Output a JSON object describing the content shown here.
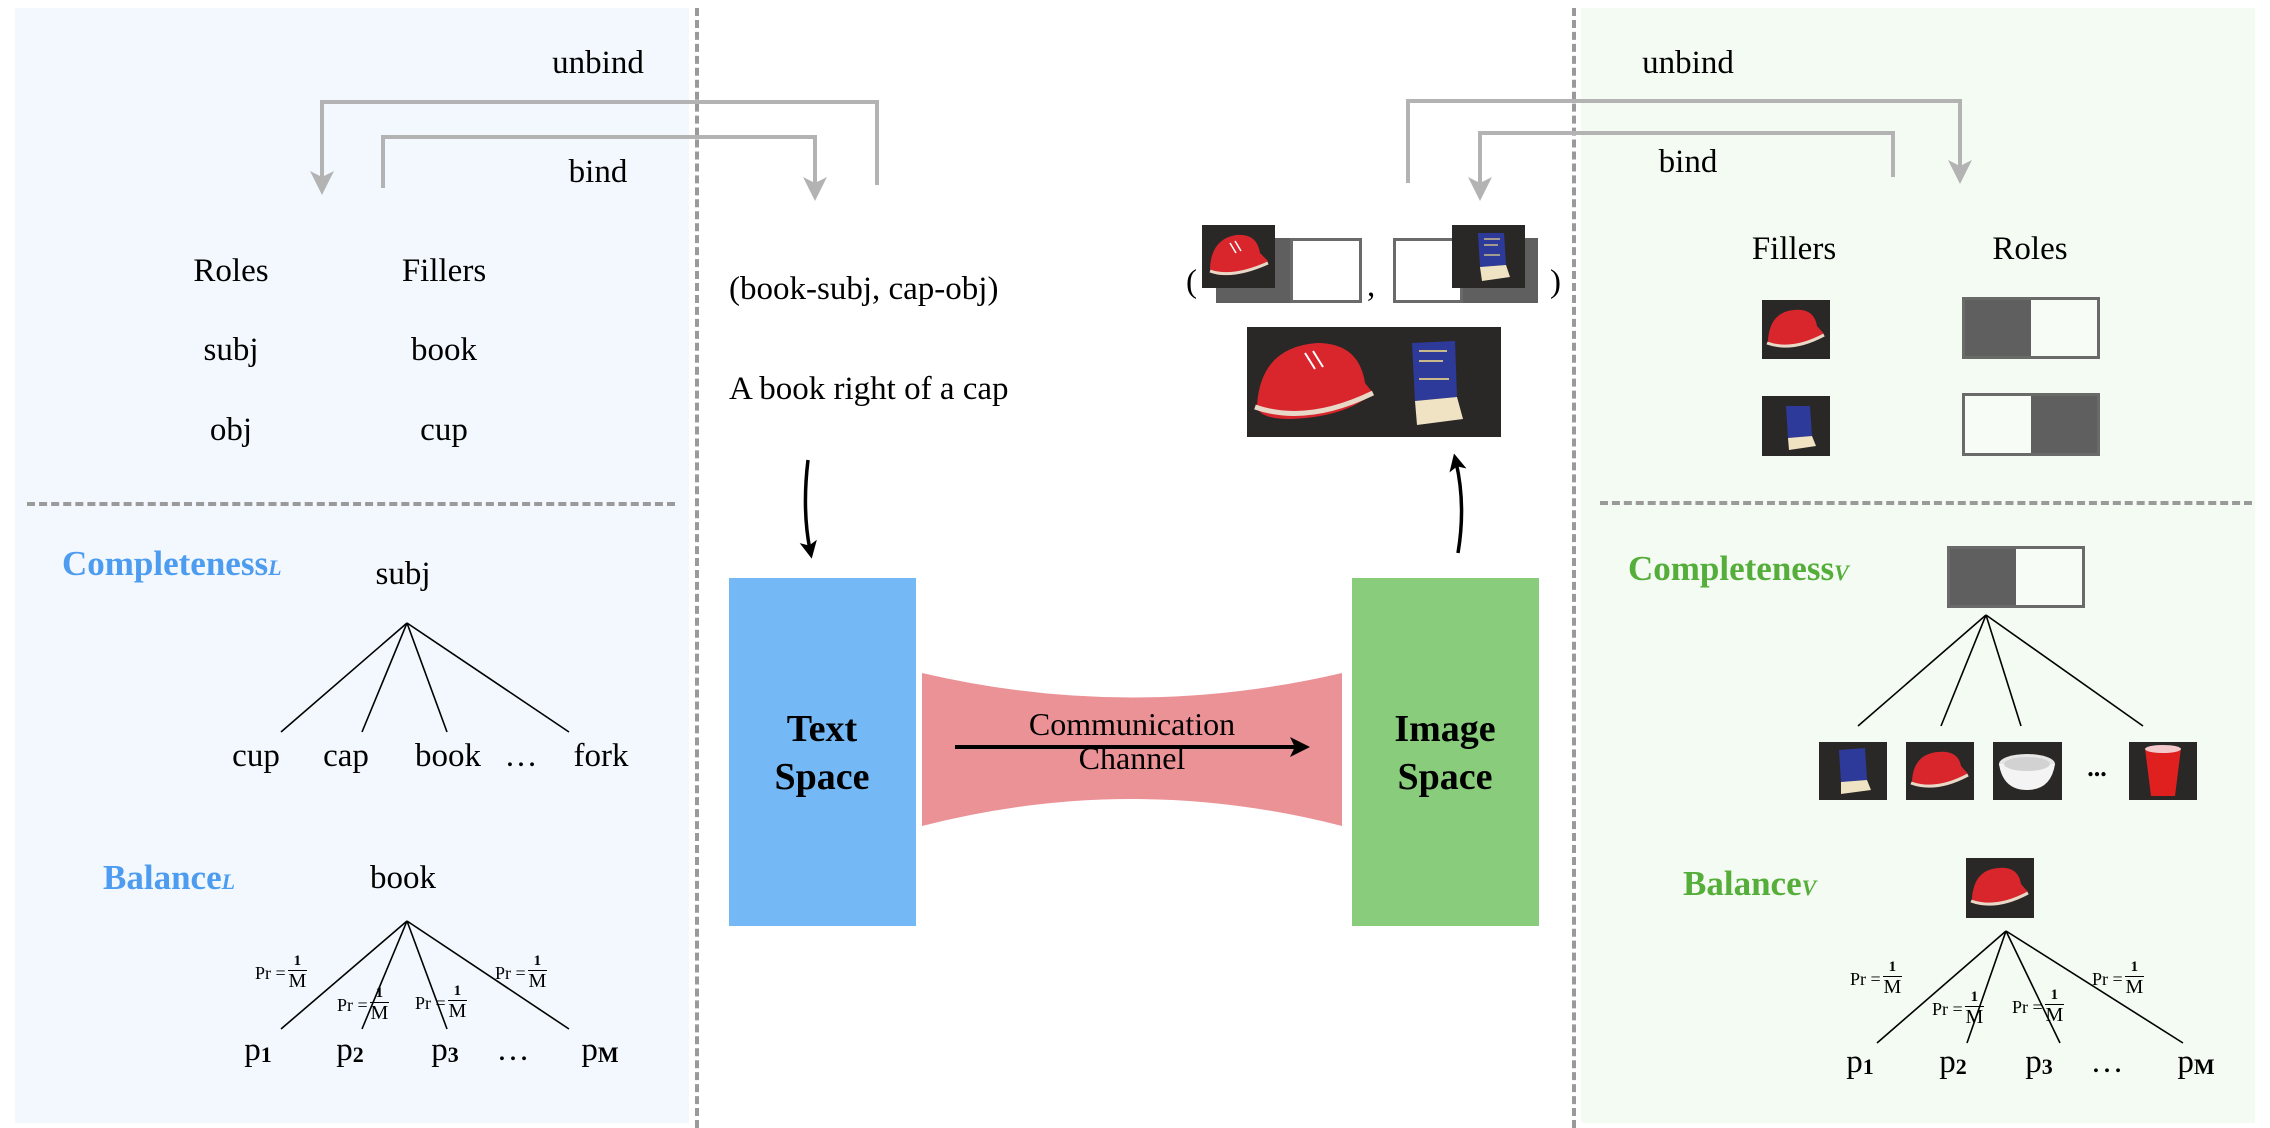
{
  "left_panel": {
    "bind_arrows": {
      "unbind_label": "unbind",
      "bind_label": "bind"
    },
    "table": {
      "headers": [
        "Roles",
        "Fillers"
      ],
      "rows": [
        {
          "role": "subj",
          "filler": "book"
        },
        {
          "role": "obj",
          "filler": "cup"
        }
      ]
    },
    "completeness": {
      "title": "Completeness",
      "subscript": "L",
      "root": "subj",
      "leaves": [
        "cup",
        "cap",
        "book",
        "…",
        "fork"
      ]
    },
    "balance": {
      "title": "Balance",
      "subscript": "L",
      "root": "book",
      "edge_prob": {
        "prefix": "Pr =",
        "numerator": "1",
        "denominator": "M"
      },
      "leaves": [
        {
          "base": "p",
          "sub": "1"
        },
        {
          "base": "p",
          "sub": "2"
        },
        {
          "base": "p",
          "sub": "3"
        },
        {
          "base": "…",
          "sub": ""
        },
        {
          "base": "p",
          "sub": "M"
        }
      ]
    },
    "accent_color": "#4d9cf0"
  },
  "center": {
    "tuple_text": "(book-subj, cap-obj)",
    "caption_text": "A book right of a cap",
    "image_tuple": {
      "open": "(",
      "sep": ",",
      "close": ")",
      "items": [
        "cap-photo",
        "book-photo"
      ]
    },
    "scene_photo": "cap-and-book-photo",
    "text_space": {
      "line1": "Text",
      "line2": "Space",
      "color": "#74b9f5"
    },
    "image_space": {
      "line1": "Image",
      "line2": "Space",
      "color": "#88cc7c"
    },
    "channel": {
      "line1": "Communication",
      "line2": "Channel",
      "color": "#eb9297"
    }
  },
  "right_panel": {
    "bind_arrows": {
      "unbind_label": "unbind",
      "bind_label": "bind"
    },
    "table": {
      "headers": [
        "Fillers",
        "Roles"
      ],
      "rows": [
        {
          "filler": "cap-photo",
          "role": "left-half-filled"
        },
        {
          "filler": "book-photo",
          "role": "right-half-filled"
        }
      ]
    },
    "completeness": {
      "title": "Completeness",
      "subscript": "V",
      "root": "left-half-filled-role",
      "leaves": [
        "book-photo",
        "cap-photo",
        "bowl-photo",
        "…",
        "cup-photo"
      ],
      "ellipsis": "..."
    },
    "balance": {
      "title": "Balance",
      "subscript": "V",
      "root": "cap-photo",
      "edge_prob": {
        "prefix": "Pr =",
        "numerator": "1",
        "denominator": "M"
      },
      "leaves": [
        {
          "base": "p",
          "sub": "1"
        },
        {
          "base": "p",
          "sub": "2"
        },
        {
          "base": "p",
          "sub": "3"
        },
        {
          "base": "…",
          "sub": ""
        },
        {
          "base": "p",
          "sub": "M"
        }
      ]
    },
    "accent_color": "#55ad3a"
  }
}
